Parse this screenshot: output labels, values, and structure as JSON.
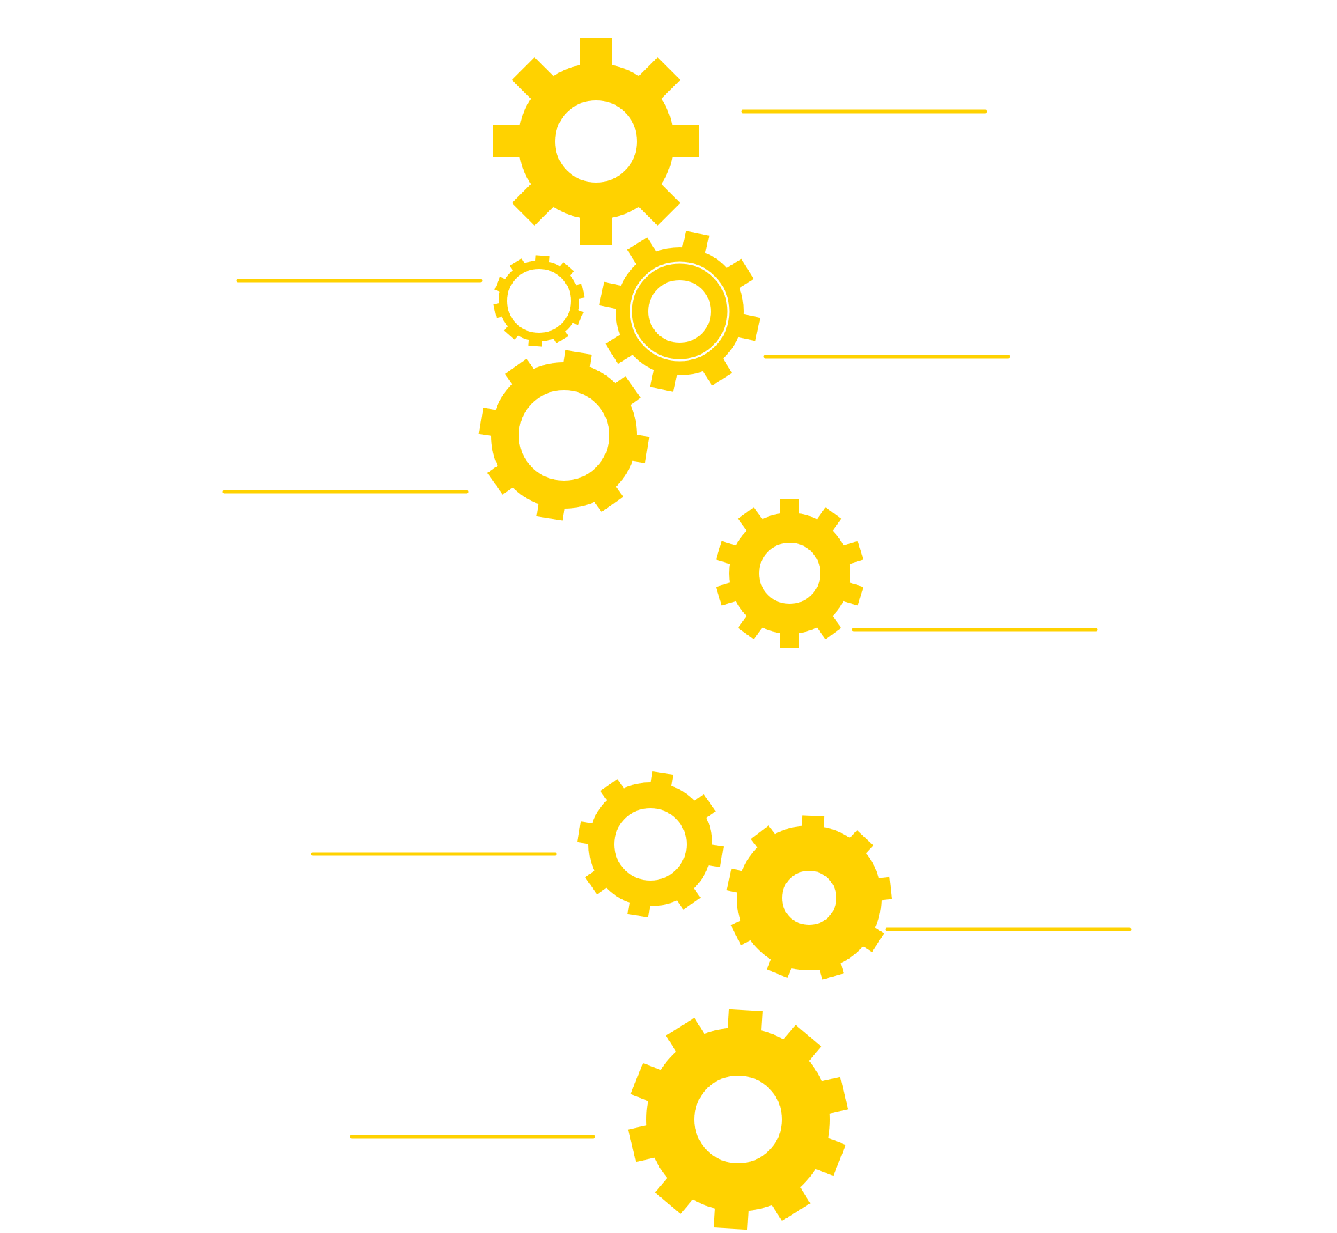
{
  "diagram": {
    "accent_color": "#FFD200",
    "background_color": "#FFFFFF",
    "gears": [
      {
        "id": "gear-1",
        "icon": "gear-icon",
        "teeth": 8,
        "style": "solid"
      },
      {
        "id": "gear-2",
        "icon": "small-gear-icon",
        "teeth": 10,
        "style": "solid"
      },
      {
        "id": "gear-3",
        "icon": "double-ring-gear-icon",
        "teeth": 8,
        "style": "double-ring"
      },
      {
        "id": "gear-4",
        "icon": "gear-icon",
        "teeth": 8,
        "style": "solid"
      },
      {
        "id": "gear-5",
        "icon": "gear-icon",
        "teeth": 10,
        "style": "solid"
      },
      {
        "id": "gear-6",
        "icon": "gear-icon",
        "teeth": 8,
        "style": "solid"
      },
      {
        "id": "gear-7",
        "icon": "gear-icon",
        "teeth": 9,
        "style": "solid"
      },
      {
        "id": "gear-8",
        "icon": "gear-icon",
        "teeth": 10,
        "style": "solid"
      }
    ],
    "connector_lines": [
      {
        "id": "line-1",
        "side": "right"
      },
      {
        "id": "line-2",
        "side": "left"
      },
      {
        "id": "line-3",
        "side": "right"
      },
      {
        "id": "line-4",
        "side": "left"
      },
      {
        "id": "line-5",
        "side": "right"
      },
      {
        "id": "line-6",
        "side": "left"
      },
      {
        "id": "line-7",
        "side": "right"
      },
      {
        "id": "line-8",
        "side": "left"
      }
    ]
  }
}
